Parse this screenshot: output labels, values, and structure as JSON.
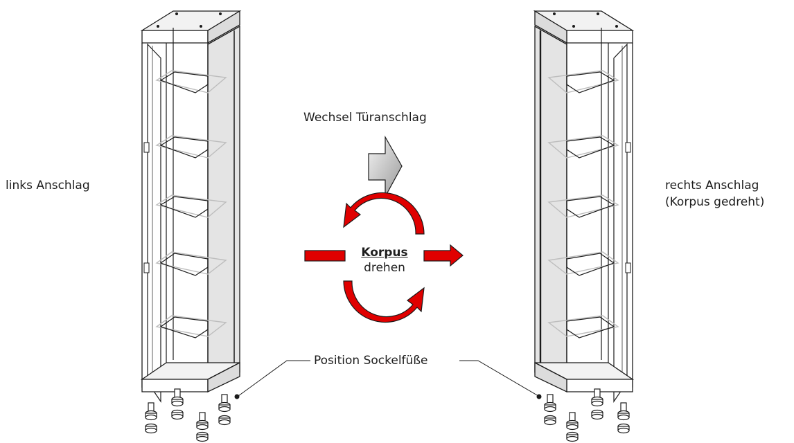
{
  "labels": {
    "left": "links Anschlag",
    "right_line1": "rechts Anschlag",
    "right_line2": "(Korpus gedreht)",
    "top": "Wechsel Türanschlag",
    "bottom": "Position Sockelfüße",
    "center_bold": "Korpus",
    "center_text": "drehen"
  },
  "colors": {
    "arrow_red": "#e00000",
    "arrow_outline": "#1a1a1a",
    "cabinet_line": "#1a1a1a",
    "glass_shelf": "#bdbdbd",
    "side_panel": "#e4e4e4",
    "top_panel": "#f2f2f2"
  },
  "icons": [
    "grey-arrow-icon",
    "rotate-arrow-icon",
    "red-arrow-icon"
  ]
}
